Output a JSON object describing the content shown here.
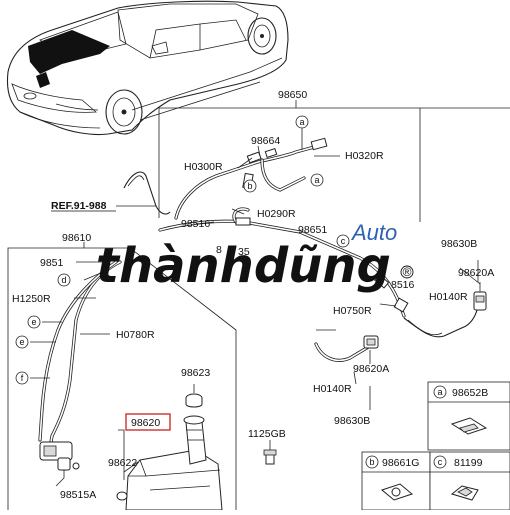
{
  "labels": {
    "p98650": "98650",
    "p98664": "98664",
    "h0300r": "H0300R",
    "h0320r": "H0320R",
    "ref": "REF.91-988",
    "p98516_a": "98516",
    "h0290r": "H0290R",
    "p98651": "98651",
    "p98610": "98610",
    "p9851_partial": "9851",
    "h1250r": "H1250R",
    "h0780r": "H0780R",
    "p98630b_top": "98630B",
    "p98620a_top": "98620A",
    "h0140r_top": "H0140R",
    "p98516_b": "8516",
    "h0750r": "H0750R",
    "p98620a_mid": "98620A",
    "h0140r_mid": "H0140R",
    "p98630b_mid": "98630B",
    "p98623": "98623",
    "p98620": "98620",
    "p98622": "98622",
    "p1125gb": "1125GB",
    "p98515a": "98515A",
    "legend_a_num": "98652B",
    "legend_b_num": "98661G",
    "legend_c_num": "81199",
    "partial_8": "8",
    "partial_35": "35"
  },
  "callouts": {
    "a1": "a",
    "a2": "a",
    "b1": "b",
    "c1": "c",
    "d1": "d",
    "e1": "e",
    "e2": "e",
    "f1": "f",
    "leg_a": "a",
    "leg_b": "b",
    "leg_c": "c"
  },
  "watermark": {
    "main": "thànhdũng",
    "auto": "Auto",
    "reg": "®"
  },
  "colors": {
    "accent_box": "#cc1f1f",
    "watermark_blue": "#2e62b5",
    "line": "#222222"
  }
}
